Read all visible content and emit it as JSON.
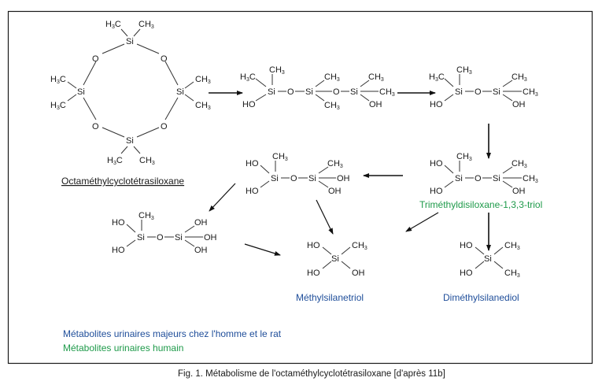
{
  "figure": {
    "caption": "Fig. 1. Métabolisme de l'octaméthylcyclotétrasiloxane [d'après 11b]",
    "colors": {
      "major_metabolite": "#1f4e9a",
      "human_metabolite": "#1e9a4a",
      "text": "#1a1a1a"
    }
  },
  "compounds": {
    "d4": {
      "name": "Octaméthylcyclotétrasiloxane",
      "category": "parent"
    },
    "trisiloxane": {
      "name": "",
      "category": "intermediate"
    },
    "disiloxane_diol": {
      "name": "",
      "category": "intermediate"
    },
    "triol": {
      "name": "Triméthyldisiloxane-1,3,3-triol",
      "category": "human"
    },
    "tetraol": {
      "name": "",
      "category": "intermediate"
    },
    "pentaol": {
      "name": "",
      "category": "intermediate"
    },
    "msto": {
      "name": "Méthylsilanetriol",
      "category": "major"
    },
    "dmsd": {
      "name": "Diméthylsilanediol",
      "category": "major"
    }
  },
  "atoms": {
    "si": "Si",
    "o": "O",
    "ho": "HO",
    "oh": "OH",
    "ch3": "CH",
    "h3c_h": "H",
    "h3c_c": "C",
    "sub3": "3"
  },
  "legend": {
    "major": "Métabolites urinaires majeurs chez l'homme et le rat",
    "human": "Métabolites urinaires humain"
  }
}
